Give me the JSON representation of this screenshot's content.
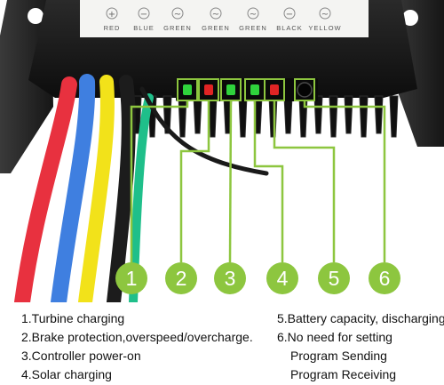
{
  "colors": {
    "highlight_green": "#8dc63f",
    "controller_body": "#161616",
    "label_panel": "#f4f4f2",
    "led_green": "#2fd33c",
    "led_red": "#e02424"
  },
  "panel": {
    "wire_labels": [
      "RED",
      "BLUE",
      "GREEN",
      "GREEN",
      "GREEN",
      "BLACK",
      "YELLOW"
    ]
  },
  "wires": [
    {
      "name": "red",
      "color": "#e8313f"
    },
    {
      "name": "blue",
      "color": "#3f7fe0"
    },
    {
      "name": "yellow",
      "color": "#f2e21a"
    },
    {
      "name": "black",
      "color": "#1c1c1c"
    },
    {
      "name": "green",
      "color": "#1fbf8a"
    }
  ],
  "indicators": [
    {
      "number": "1",
      "led": "green"
    },
    {
      "number": "2",
      "led": "red"
    },
    {
      "number": "3",
      "led": "green"
    },
    {
      "number": "4",
      "led": "green"
    },
    {
      "number": "5",
      "led": "red"
    },
    {
      "number": "6",
      "led": "button"
    }
  ],
  "legend_left": [
    "1.Turbine charging",
    "2.Brake protection,overspeed/overcharge.",
    "3.Controller power-on",
    "4.Solar charging"
  ],
  "legend_right": [
    "5.Battery capacity, discharging",
    "6.No need for setting",
    "Program Sending",
    "Program Receiving"
  ]
}
